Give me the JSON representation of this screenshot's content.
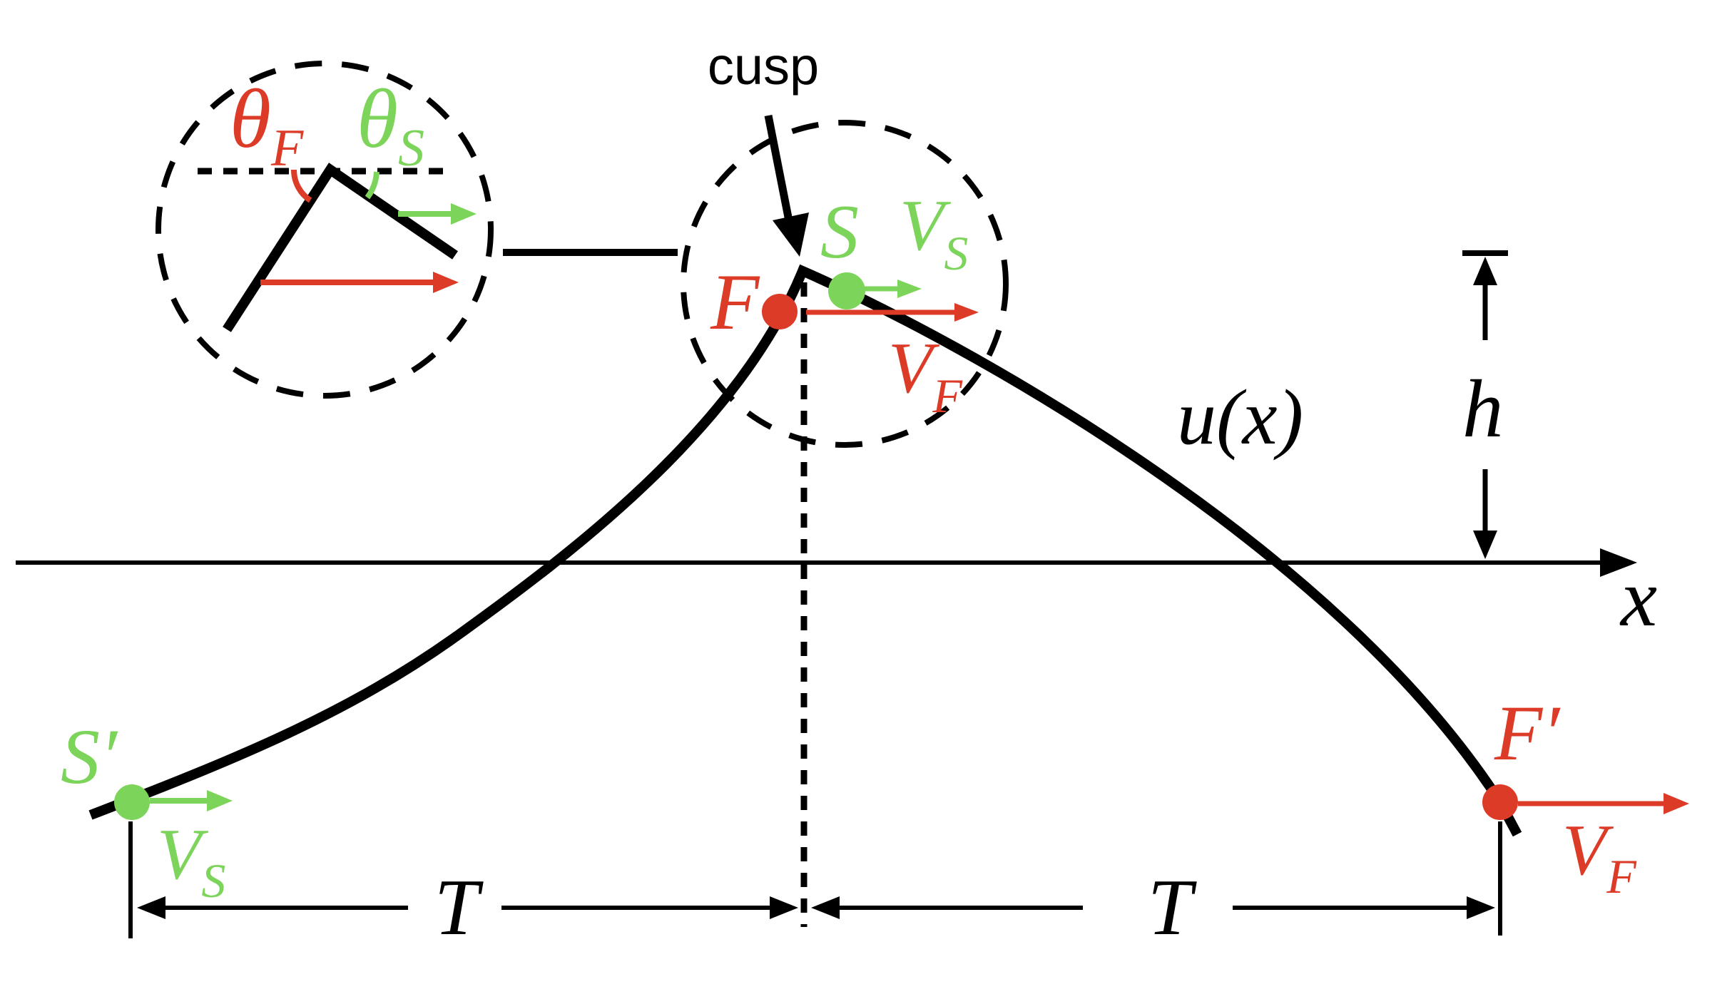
{
  "colors": {
    "red": "#DC3B27",
    "green": "#7CD45A",
    "ink": "#000000",
    "background": "#FFFFFF"
  },
  "labels": {
    "cusp": "cusp",
    "wave_function": "u(x)",
    "wave_height": "h",
    "x_axis": "x",
    "period_left": "T",
    "period_right": "T",
    "theta": "θ",
    "front_sub": "F",
    "stoss_sub": "S",
    "velocity": "V",
    "front_point": "F",
    "stoss_point": "S",
    "front_point_reflected": "F′",
    "stoss_point_reflected": "S′"
  }
}
